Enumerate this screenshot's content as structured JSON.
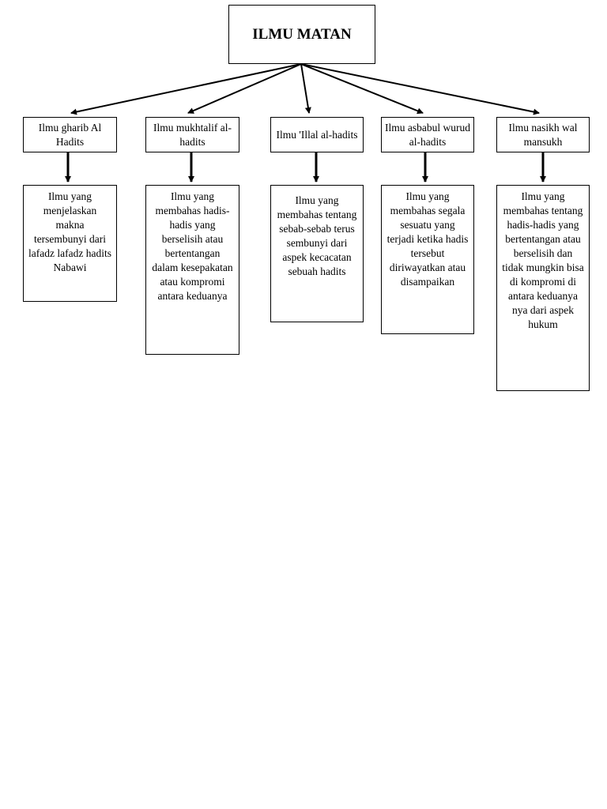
{
  "root": {
    "title": "ILMU MATAN"
  },
  "branches": [
    {
      "title": "Ilmu gharib Al Hadits",
      "description": "Ilmu yang menjelaskan makna tersembunyi dari lafadz lafadz hadits Nabawi"
    },
    {
      "title": "Ilmu mukhtalif al-hadits",
      "description": "Ilmu yang membahas hadis-hadis yang berselisih atau bertentangan dalam kesepakatan atau kompromi antara keduanya"
    },
    {
      "title": "Ilmu 'Illal al-hadits",
      "description": "Ilmu yang membahas tentang sebab-sebab terus sembunyi dari aspek kecacatan sebuah hadits"
    },
    {
      "title": "Ilmu asbabul wurud al-hadits",
      "description": "Ilmu yang membahas segala sesuatu yang terjadi ketika hadis tersebut diriwayatkan atau disampaikan"
    },
    {
      "title": "Ilmu nasikh wal mansukh",
      "description": "Ilmu yang membahas tentang hadis-hadis yang bertentangan atau berselisih dan tidak mungkin bisa di kompromi di antara keduanya nya dari aspek hukum"
    }
  ]
}
